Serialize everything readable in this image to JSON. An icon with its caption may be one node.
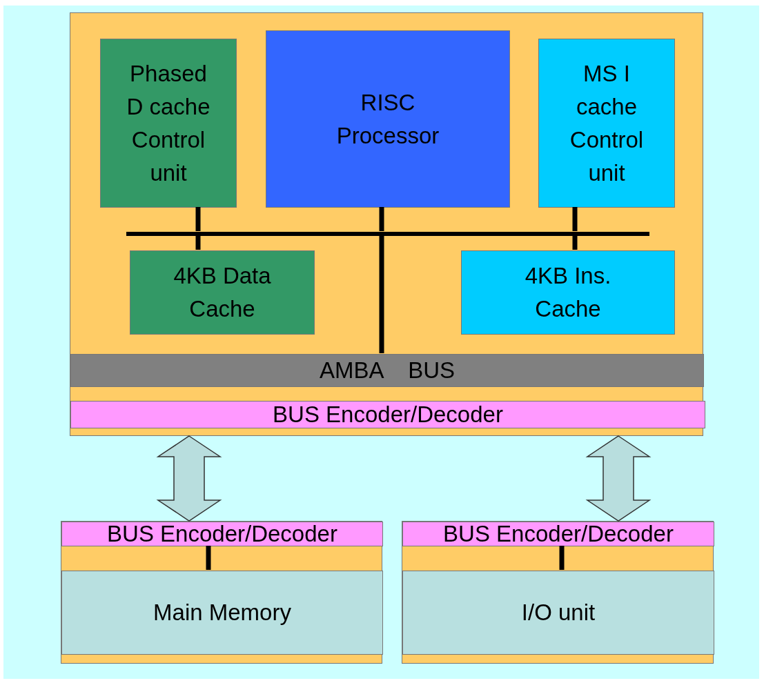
{
  "diagram": {
    "nodes": [
      {
        "text": [],
        "shape": "box"
      },
      {
        "text": [
          "Phased D cache Control unit"
        ],
        "in": 0
      },
      {
        "text": [
          "RISC Processor"
        ],
        "in": 0
      },
      {
        "text": [
          "MS I cache Control unit"
        ],
        "in": 0
      },
      {
        "text": [],
        "shape": "bar",
        "in": 0
      },
      {
        "text": [
          "4KB Data Cache"
        ],
        "in": 0
      },
      {
        "text": [
          "4KB Ins. Cache"
        ],
        "in": 0
      },
      {
        "text": [
          "AMBA    BUS"
        ],
        "in": 0
      },
      {
        "text": [
          "BUS Encoder/Decoder"
        ],
        "in": 0
      },
      {
        "text": [],
        "shape": "box"
      },
      {
        "text": [
          "BUS Encoder/Decoder"
        ],
        "in": 9
      },
      {
        "text": [
          "Main Memory"
        ],
        "in": 9
      },
      {
        "text": [],
        "shape": "box"
      },
      {
        "text": [
          "BUS Encoder/Decoder"
        ],
        "in": 12
      },
      {
        "text": [
          "I/O unit"
        ],
        "in": 12
      }
    ],
    "edges": [
      {
        "from": 1,
        "to": 4,
        "arrow": "none"
      },
      {
        "from": 4,
        "to": 5,
        "arrow": "none"
      },
      {
        "from": 3,
        "to": 4,
        "arrow": "none"
      },
      {
        "from": 4,
        "to": 6,
        "arrow": "none"
      },
      {
        "from": 2,
        "to": 4,
        "arrow": "none"
      },
      {
        "from": 4,
        "to": 7,
        "arrow": "none"
      },
      {
        "from": 0,
        "to": 9,
        "arrow": "both"
      },
      {
        "from": 0,
        "to": 12,
        "arrow": "both"
      },
      {
        "from": 10,
        "to": 11,
        "arrow": "none"
      },
      {
        "from": 13,
        "to": 14,
        "arrow": "none"
      }
    ]
  }
}
